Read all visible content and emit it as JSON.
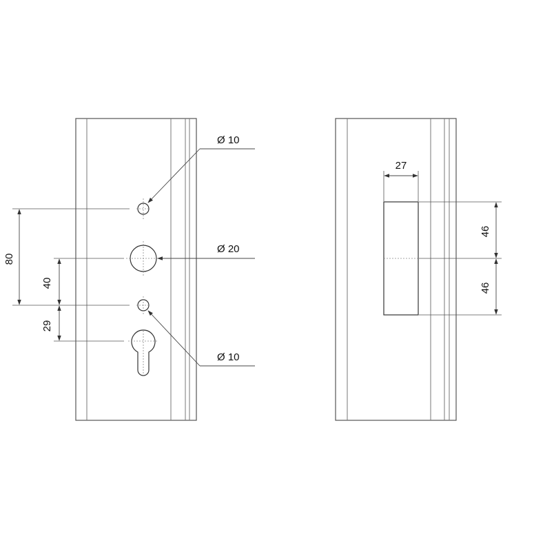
{
  "front_view": {
    "callouts": {
      "upper_hole": "Ø 10",
      "middle_hole": "Ø 20",
      "lower_hole": "Ø 10"
    },
    "dimensions": {
      "total_spacing": "80",
      "middle_spacing": "40",
      "cylinder_offset": "29"
    }
  },
  "side_view": {
    "dimensions": {
      "plate_width": "27",
      "upper_half": "46",
      "lower_half": "46"
    }
  }
}
